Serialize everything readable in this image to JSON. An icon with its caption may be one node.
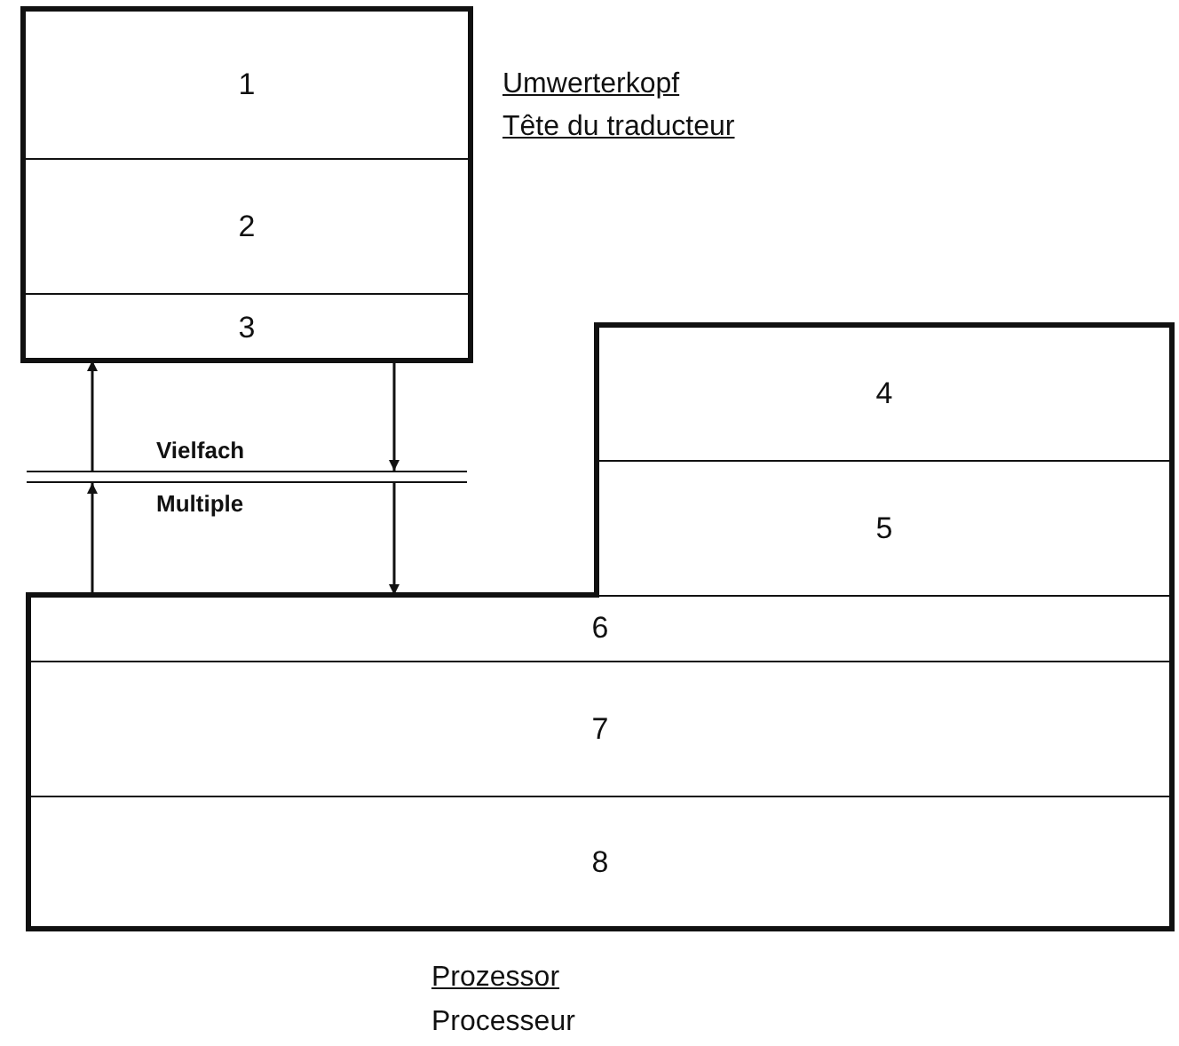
{
  "diagram": {
    "nodes": [
      {
        "text": [
          "Umwerterkopf",
          "Tête du traducteur"
        ]
      },
      {
        "text": [
          "1"
        ],
        "in": 0
      },
      {
        "text": [
          "2"
        ],
        "in": 0
      },
      {
        "text": [
          "3"
        ],
        "in": 0
      },
      {
        "text": [
          "Prozessor",
          "Processeur"
        ]
      },
      {
        "text": [
          "4"
        ],
        "in": 4
      },
      {
        "text": [
          "5"
        ],
        "in": 4
      },
      {
        "text": [
          "6"
        ],
        "in": 4
      },
      {
        "text": [
          "7"
        ],
        "in": 4
      },
      {
        "text": [
          "8"
        ],
        "in": 4
      },
      {
        "text": [
          "Vielfach",
          "Multiple"
        ]
      }
    ],
    "edges": [
      {
        "from": 7,
        "to": 10,
        "arrow": "to"
      },
      {
        "from": 10,
        "to": 3,
        "arrow": "to"
      },
      {
        "from": 3,
        "to": 10,
        "arrow": "to"
      },
      {
        "from": 10,
        "to": 7,
        "arrow": "to"
      }
    ]
  }
}
